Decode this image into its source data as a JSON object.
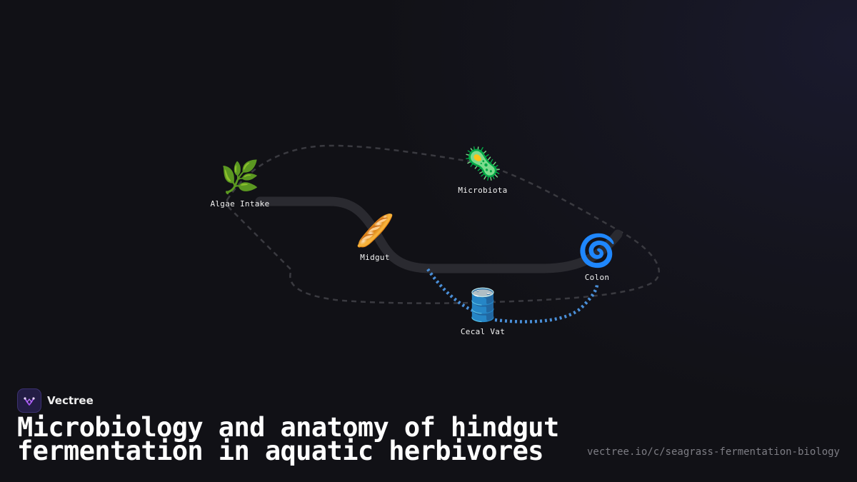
{
  "brand": {
    "name": "Vectree",
    "accent_color": "#a855f7"
  },
  "title_lines": [
    "Microbiology and anatomy of hindgut",
    "fermentation in aquatic herbivores"
  ],
  "url": "vectree.io/c/seagrass-fermentation-biology",
  "nodes": {
    "algae_intake": {
      "label": "Algae Intake",
      "emoji": "🌿",
      "icon": "herb-icon"
    },
    "microbiota": {
      "label": "Microbiota",
      "emoji": "🦠",
      "icon": "microbe-icon"
    },
    "midgut": {
      "label": "Midgut",
      "emoji": "🥖",
      "icon": "baguette-icon"
    },
    "colon": {
      "label": "Colon",
      "emoji": "🌀",
      "icon": "cyclone-icon"
    },
    "cecal_vat": {
      "label": "Cecal Vat",
      "emoji": "🛢️",
      "icon": "barrel-icon"
    }
  },
  "colors": {
    "background": "#111116",
    "main_path": "#2a2a30",
    "dashed_outline": "#3a3a40",
    "flow_highlight": "#4a8fd8",
    "label_text": "#f2f2f2"
  }
}
